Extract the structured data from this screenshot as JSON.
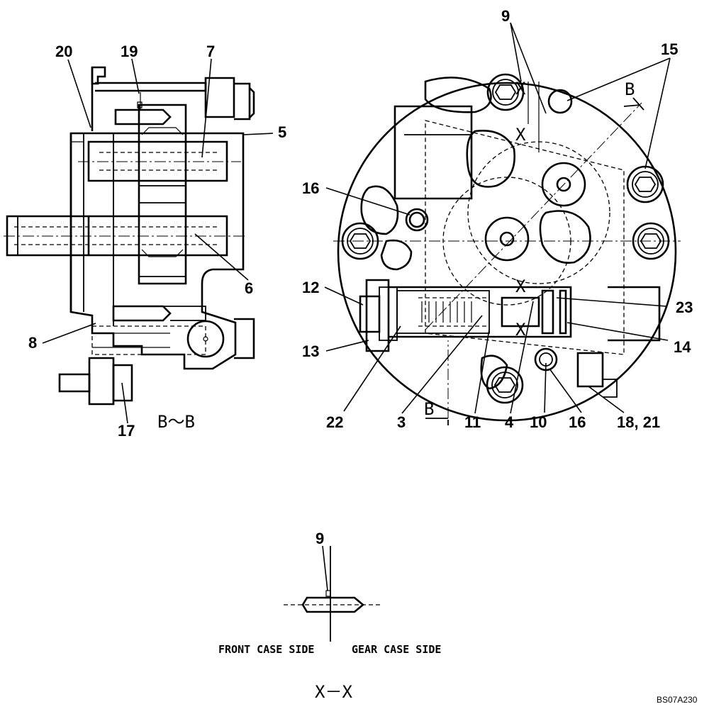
{
  "drawing": {
    "code": "BS07A230",
    "section_bb_title": "B～B",
    "section_xx_title": "X－X",
    "front_case_side": "FRONT CASE SIDE",
    "gear_case_side": "GEAR CASE SIDE",
    "cut_b_top": "B",
    "cut_b_bottom": "B",
    "cut_x_1": "X",
    "cut_x_2": "X",
    "cut_x_3": "X",
    "cut_x_4": "X"
  },
  "left_view": {
    "labels": {
      "p20": "20",
      "p19": "19",
      "p7": "7",
      "p5": "5",
      "p6": "6",
      "p8": "8",
      "p17": "17"
    }
  },
  "right_view": {
    "labels": {
      "p9": "9",
      "p15": "15",
      "p16a": "16",
      "p12": "12",
      "p23": "23",
      "p13": "13",
      "p14": "14",
      "p22": "22",
      "p3": "3",
      "p11": "11",
      "p4": "4",
      "p10": "10",
      "p16b": "16",
      "p1821": "18, 21"
    }
  },
  "section_xx": {
    "labels": {
      "p9": "9"
    }
  }
}
